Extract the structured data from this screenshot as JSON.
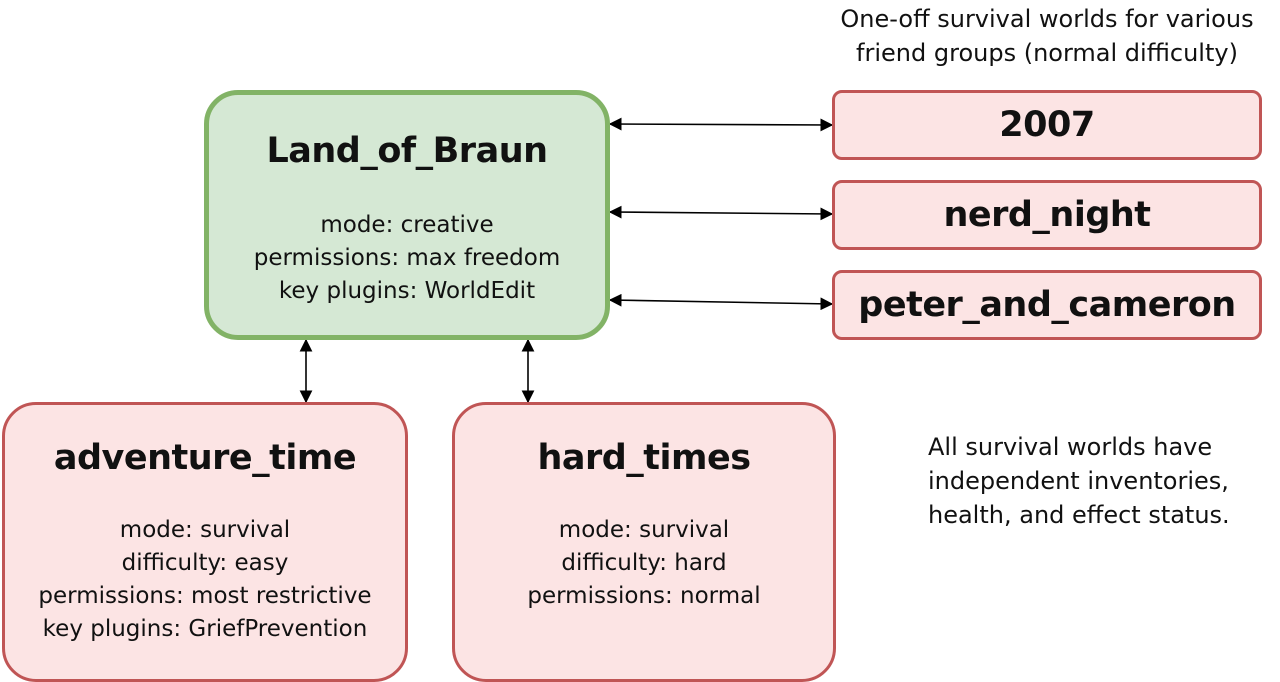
{
  "hub": {
    "name": "Land_of_Braun",
    "details": [
      "mode: creative",
      "permissions: max freedom",
      "key plugins: WorldEdit"
    ]
  },
  "survival_worlds": [
    {
      "name": "adventure_time",
      "details": [
        "mode: survival",
        "difficulty: easy",
        "permissions: most restrictive",
        "key plugins: GriefPrevention"
      ]
    },
    {
      "name": "hard_times",
      "details": [
        "mode: survival",
        "difficulty: hard",
        "permissions: normal"
      ]
    }
  ],
  "one_off_worlds": [
    "2007",
    "nerd_night",
    "peter_and_cameron"
  ],
  "notes": {
    "one_off_caption": [
      "One-off survival worlds for various",
      "friend groups (normal difficulty)"
    ],
    "survival_note": [
      "All survival worlds have",
      "independent inventories,",
      "health, and effect status."
    ]
  },
  "colors": {
    "hub_fill": "#d5e8d4",
    "hub_border": "#82b366",
    "world_fill": "#fce4e4",
    "world_border": "#c05555",
    "arrow": "#000000"
  }
}
